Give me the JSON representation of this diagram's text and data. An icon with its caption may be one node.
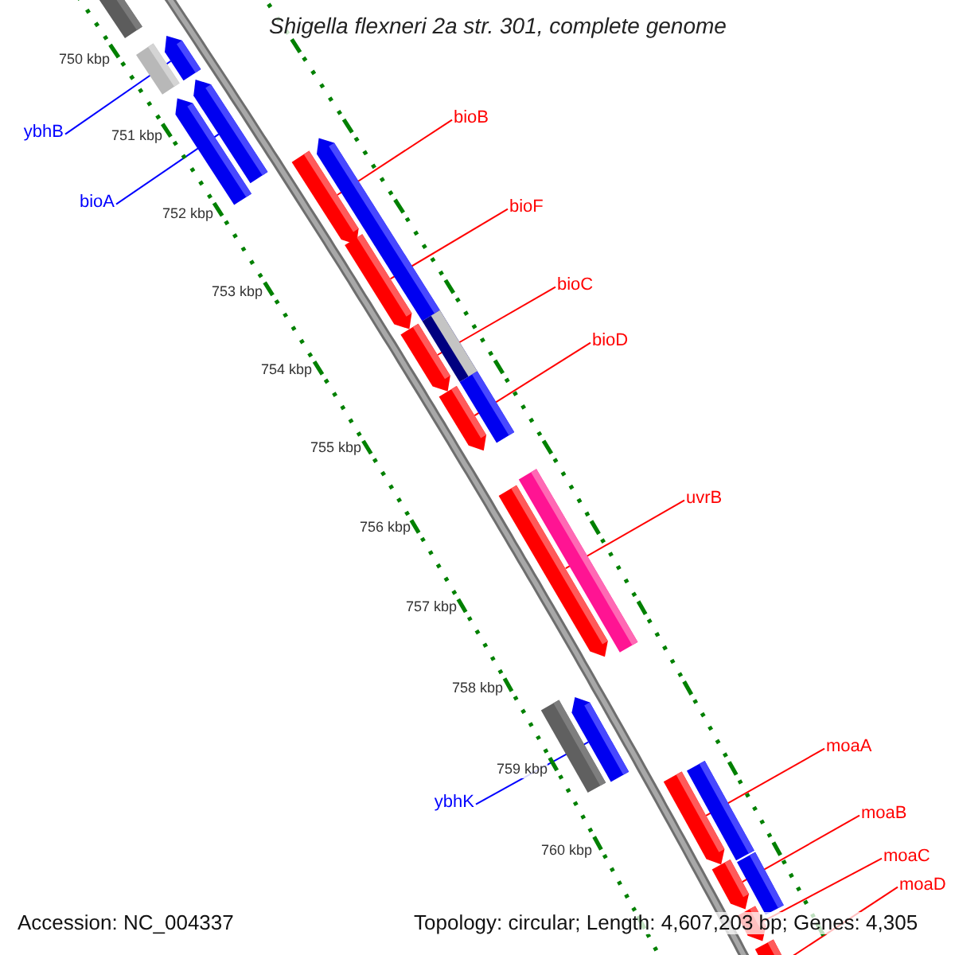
{
  "diagram": {
    "title": "Shigella flexneri 2a str. 301, complete genome",
    "nodes": [
      {
        "text": [],
        "shape": "bar"
      },
      {
        "text": [],
        "shape": "bar"
      },
      {
        "text": [],
        "shape": "bar"
      },
      {
        "text": [],
        "shape": "bar"
      },
      {
        "text": [],
        "shape": "bar"
      },
      {
        "text": [],
        "shape": "bar"
      },
      {
        "text": [],
        "shape": "bar"
      },
      {
        "text": [],
        "shape": "bar"
      },
      {
        "text": [],
        "shape": "bar"
      },
      {
        "text": [],
        "shape": "bar"
      },
      {
        "text": [],
        "shape": "bar"
      },
      {
        "text": [],
        "shape": "bar"
      },
      {
        "text": [],
        "shape": "bar"
      },
      {
        "text": [],
        "shape": "bar"
      },
      {
        "text": [],
        "shape": "bar"
      },
      {
        "text": [],
        "shape": "bar"
      },
      {
        "text": [],
        "shape": "bar"
      },
      {
        "text": [],
        "shape": "bar"
      },
      {
        "text": [],
        "shape": "bar"
      },
      {
        "text": [],
        "shape": "bar"
      },
      {
        "text": [],
        "shape": "bar"
      },
      {
        "text": [],
        "shape": "bar"
      },
      {
        "text": [
          "ybhB"
        ]
      },
      {
        "text": [
          "bioA"
        ]
      },
      {
        "text": [
          "bioB"
        ]
      },
      {
        "text": [
          "bioF"
        ]
      },
      {
        "text": [
          "bioC"
        ]
      },
      {
        "text": [
          "bioD"
        ]
      },
      {
        "text": [
          "uvrB"
        ]
      },
      {
        "text": [
          "ybhK"
        ]
      },
      {
        "text": [
          "moaA"
        ]
      },
      {
        "text": [
          "moaB"
        ]
      },
      {
        "text": [
          "moaC"
        ]
      },
      {
        "text": [
          "moaD"
        ]
      }
    ],
    "edges": [
      {
        "from": 22,
        "to": 2,
        "arrow": "none",
        "color": "#0000ff"
      },
      {
        "from": 23,
        "to": 3,
        "arrow": "none",
        "color": "#0000ff"
      },
      {
        "from": 24,
        "to": 5,
        "arrow": "none"
      },
      {
        "from": 25,
        "to": 7,
        "arrow": "none"
      },
      {
        "from": 26,
        "to": 9,
        "arrow": "none"
      },
      {
        "from": 27,
        "to": 11,
        "arrow": "none"
      },
      {
        "from": 28,
        "to": 12,
        "arrow": "none"
      },
      {
        "from": 29,
        "to": 15,
        "arrow": "none",
        "color": "#0000ff"
      },
      {
        "from": 30,
        "to": 16,
        "arrow": "none"
      },
      {
        "from": 31,
        "to": 18,
        "arrow": "none"
      },
      {
        "from": 32,
        "to": 20,
        "arrow": "none"
      },
      {
        "from": 33,
        "to": 21,
        "arrow": "none"
      }
    ],
    "labels": [
      "750 kbp",
      "751 kbp",
      "752 kbp",
      "753 kbp",
      "754 kbp",
      "755 kbp",
      "756 kbp",
      "757 kbp",
      "758 kbp",
      "759 kbp",
      "760 kbp",
      "Accession: NC_004337",
      "Topology: circular; Length: 4,607,203 bp; Genes: 4,305"
    ]
  }
}
